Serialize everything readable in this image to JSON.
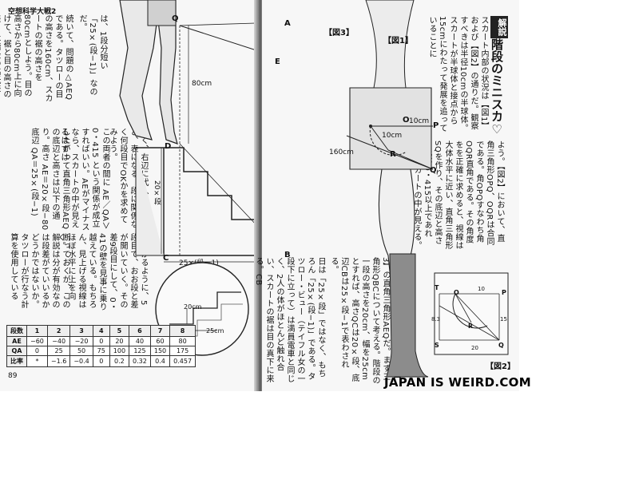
{
  "running_head": "空想科学大戦2",
  "page_number": "89",
  "watermark": "JAPAN IS WEIRD.COM",
  "left_text_columns": [
    "は、1段分短い「25×(段−1)」なのだ。",
    "続いて、問題の△AEQである。タツローの目の高さを160cm、スカートの裾の高さを80cmとしよう。目の高さから80cm上に向けて、裾と目の高さの差AEは階段の高低差QCの80cm引いた",
    "したがって直角三角形AEQの底辺と高さは以下の通り。高さ AE＝20×段−80 底辺 QA＝25×(段−1)",
    "この両者の間に AE／QA＞0・415 という関係が成立すればいい。AEがマイナスなら、スカートの中が見えるはずは",
    "なく、右辺に代入して行くと、表になる。段に関係なく何段目でOKかを求めてみよう。",
    "でわかるように、5段目で、おお段と差が開いていく。その差9段目にして、0・41の壁を見事に乗り越えている。もちろん、見上げる視線はほぼ水平に上を向く。",
    "断っておくが、この解説は分が有効なのは段差がていいるかどうかではないか。タツローが行なう計算を使用している"
  ],
  "right_text_columns": [
    "スカート内部の状況は【図1】および【図2】の通りだ。観察すべきは半径10cmの半球体。スカートが半球体と接点から15cmにわたって発展を追っていることに",
    "よう。【図2】において、直角三角形OPQ、OQRは合同である。角OPQすなわち角OQR直角である。その角度をを正確に求めると、視線は大体水平に近い、直角三角形SQを作り、その底辺と高さの比が0・415以上であれば、スカートの中が見える。",
    "視線の傾きを決定するのは、【図3】の直角三角形AEQだ。まず三角形QBCについて考える。階段の一段の高さを20cm、幅を25cmとすれば、高さQCは20×段、底辺CBは25×段−1で表わされる。",
    "日は「25×段」ではなく、もちろん「25×(段−1)」である。タツロー・ビュー（テイフル女の一段下に立って）は満員電車と同じく、2人の体がほとんど触れ合い、スカートの裾は目の真下に来る。CB"
  ],
  "kaisetsu": "解説",
  "heading": "階段のミニスカ♡",
  "fig3": {
    "label": "【図3】",
    "points": {
      "Q": "Q",
      "A": "A",
      "E": "E",
      "D": "D",
      "C": "C",
      "B": "B"
    },
    "dim_80": "80cm",
    "dim_160": "160cm",
    "dim_vertical": "20×段",
    "dim_horizontal": "25×(段ー1)"
  },
  "stair_detail": {
    "height": "20cm",
    "width": "25cm"
  },
  "fig1": {
    "label": "【図1】",
    "points": {
      "O": "O",
      "P": "P",
      "R": "R",
      "Q": "Q"
    },
    "r1": "10cm",
    "r2": "10cm"
  },
  "fig2": {
    "label": "【図2】",
    "points": {
      "T": "T",
      "O": "O",
      "P": "P",
      "R": "R",
      "S": "S",
      "Q": "Q"
    },
    "d10": "10",
    "d15": "15",
    "d20": "20",
    "d83": "8.3"
  },
  "table": {
    "headers": [
      "段数",
      "1",
      "2",
      "3",
      "4",
      "5",
      "6",
      "7",
      "8"
    ],
    "rows": [
      [
        "AE",
        "−60",
        "−40",
        "−20",
        "0",
        "20",
        "40",
        "60",
        "80"
      ],
      [
        "QA",
        "0",
        "25",
        "50",
        "75",
        "100",
        "125",
        "150",
        "175"
      ],
      [
        "比率",
        "*",
        "−1.6",
        "−0.4",
        "0",
        "0.2",
        "0.32",
        "0.4",
        "0.457"
      ]
    ]
  }
}
